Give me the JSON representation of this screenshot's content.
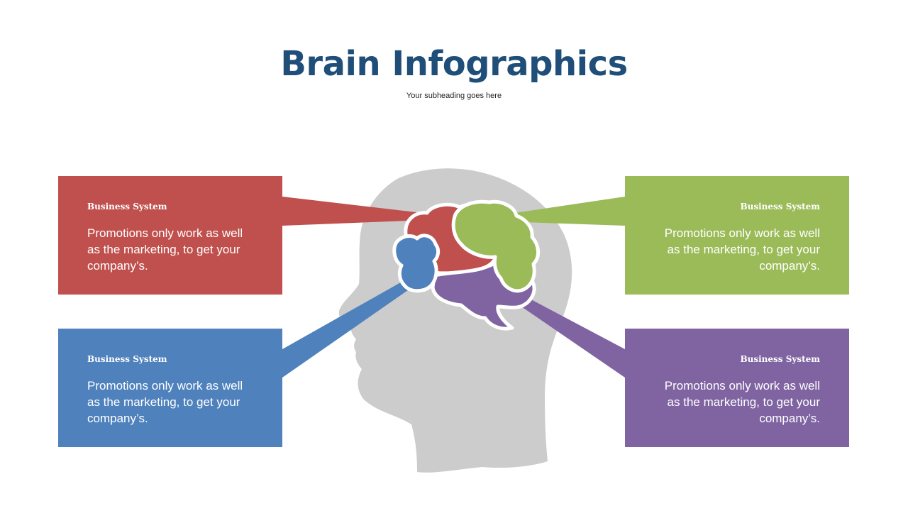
{
  "title": "Brain Infographics",
  "subtitle": "Your subheading goes here",
  "colors": {
    "title": "#1f4e79",
    "red": "#c0504d",
    "green": "#9bbb59",
    "blue": "#4f81bd",
    "purple": "#8064a2",
    "head": "#cccccc"
  },
  "boxes": {
    "top_left": {
      "heading": "Business System",
      "text": "Promotions only work as well as the marketing, to get your company’s."
    },
    "top_right": {
      "heading": "Business System",
      "text": "Promotions only work as well as the marketing, to get your company’s."
    },
    "bottom_left": {
      "heading": "Business System",
      "text": "Promotions only work as well as the marketing, to get your company’s."
    },
    "bottom_right": {
      "heading": "Business System",
      "text": "Promotions only work as well as the marketing, to get your company’s."
    }
  }
}
